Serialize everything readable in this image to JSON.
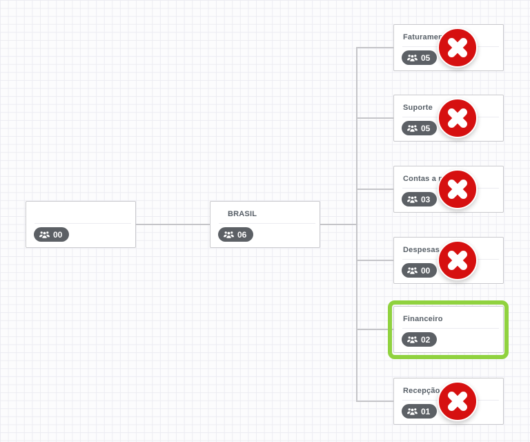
{
  "colors": {
    "delete_red": "#d61010",
    "selected_green": "#90d23f",
    "badge_bg": "#5c6065",
    "badge_text": "#ffffff",
    "node_border": "#c9c9cd",
    "node_title": "#565e66",
    "connector_gray": "#c4c4c8",
    "grid_line": "#ececf2",
    "canvas_bg": "#fcfcfd"
  },
  "icons": {
    "members": "users-group-icon",
    "delete": "x-circle-icon"
  },
  "nodes": {
    "root": {
      "title": "",
      "count": "00"
    },
    "brasil": {
      "title": "BRASIL",
      "count": "06"
    },
    "faturamento": {
      "title": "Faturamento",
      "count": "05"
    },
    "suporte": {
      "title": "Suporte",
      "count": "05"
    },
    "contas": {
      "title": "Contas a pagar",
      "count": "03"
    },
    "despesas": {
      "title": "Despesas",
      "count": "00"
    },
    "financeiro": {
      "title": "Financeiro",
      "count": "02"
    },
    "recepcao": {
      "title": "Recepção",
      "count": "01"
    }
  }
}
